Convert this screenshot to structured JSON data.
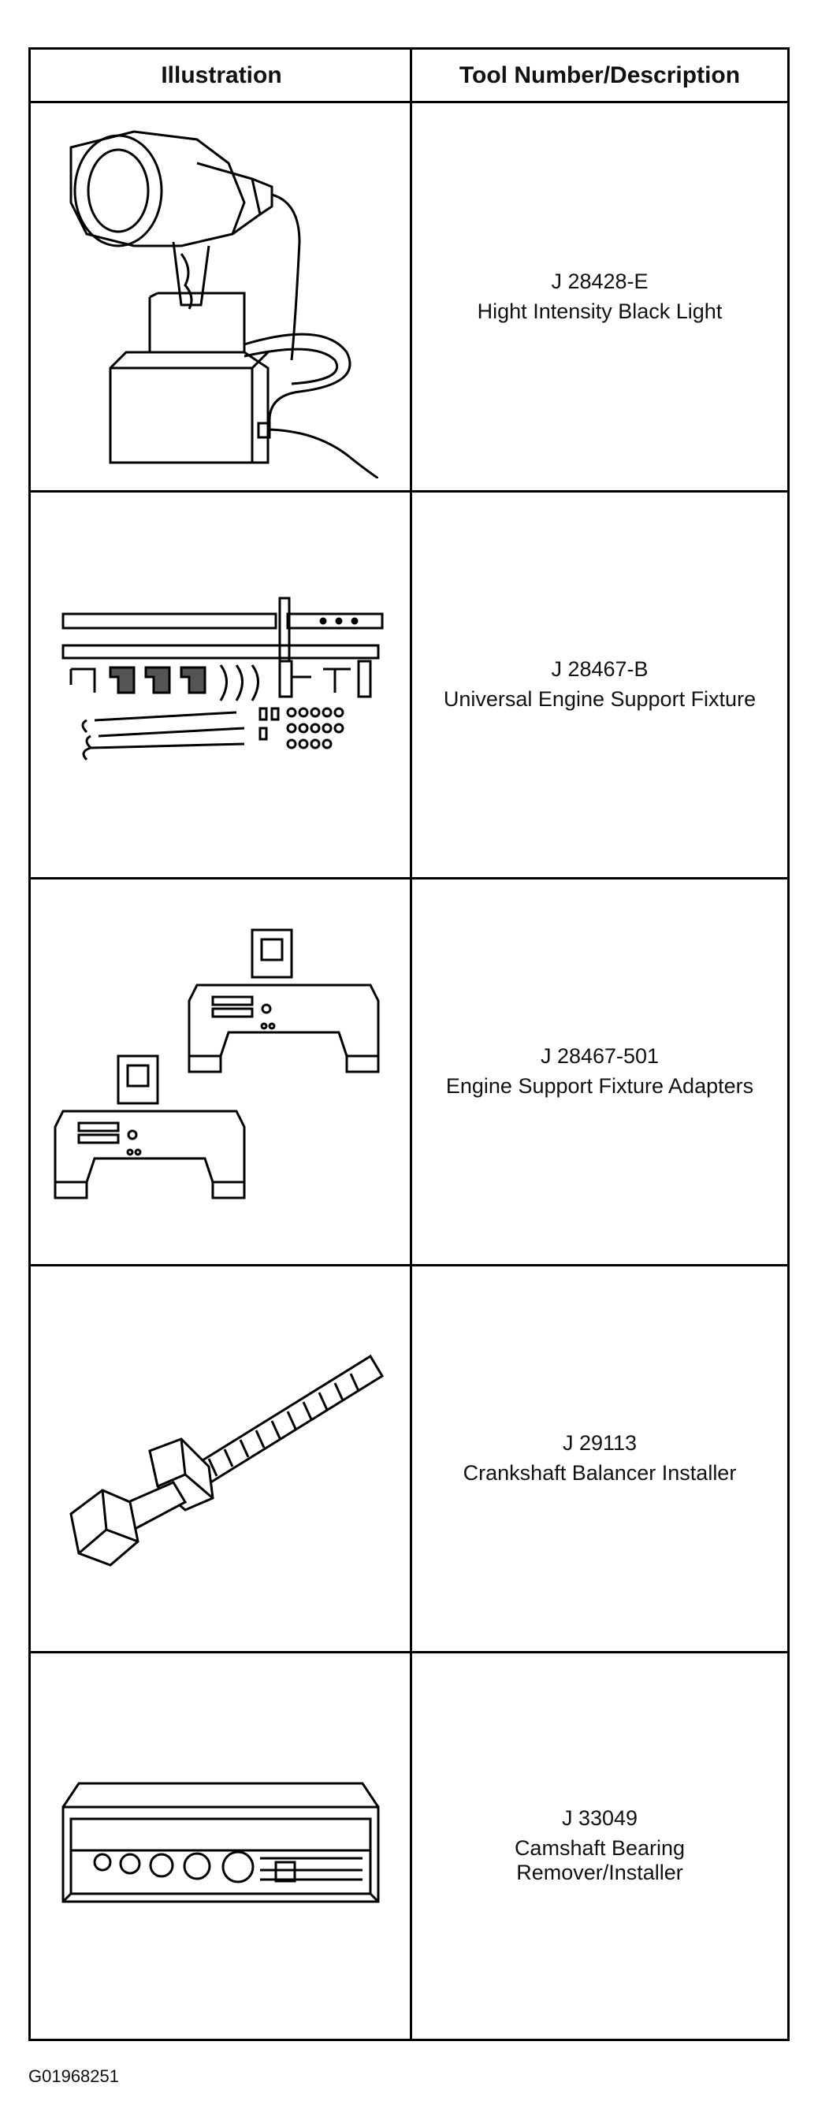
{
  "table": {
    "header_illustration": "Illustration",
    "header_description": "Tool Number/Description",
    "rows": [
      {
        "number": "J 28428-E",
        "description": "Hight Intensity Black Light",
        "icon": "black-light-icon"
      },
      {
        "number": "J 28467-B",
        "description": "Universal Engine Support Fixture",
        "icon": "engine-support-fixture-icon"
      },
      {
        "number": "J 28467-501",
        "description": "Engine Support Fixture Adapters",
        "icon": "fixture-adapters-icon"
      },
      {
        "number": "J 29113",
        "description": "Crankshaft Balancer Installer",
        "icon": "balancer-installer-icon"
      },
      {
        "number": "J 33049",
        "description": "Camshaft Bearing Remover/Installer",
        "icon": "bearing-tool-kit-icon"
      }
    ]
  },
  "footer": {
    "code": "G01968251"
  }
}
